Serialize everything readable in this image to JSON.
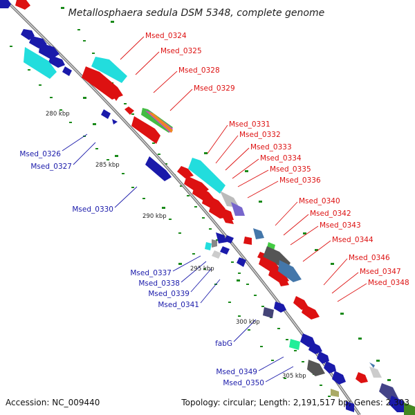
{
  "title": "Metallosphaera sedula DSM 5348, complete genome",
  "footer": {
    "accession": "Accession: NC_009440",
    "summary": "Topology: circular; Length: 2,191,517 bp; Genes: 2,303"
  },
  "ticks": [
    "280 kbp",
    "285 kbp",
    "290 kbp",
    "295 kbp",
    "300 kbp",
    "305 kbp"
  ],
  "forward_labels": [
    "Msed_0324",
    "Msed_0325",
    "Msed_0328",
    "Msed_0329",
    "Msed_0331",
    "Msed_0332",
    "Msed_0333",
    "Msed_0334",
    "Msed_0335",
    "Msed_0336",
    "Msed_0340",
    "Msed_0342",
    "Msed_0343",
    "Msed_0344",
    "Msed_0346",
    "Msed_0347",
    "Msed_0348"
  ],
  "reverse_labels": [
    "Msed_0326",
    "Msed_0327",
    "Msed_0330",
    "Msed_0337",
    "Msed_0338",
    "Msed_0339",
    "Msed_0341",
    "fabG",
    "Msed_0349",
    "Msed_0350"
  ],
  "colors": {
    "forward": "#dd1111",
    "reverse": "#1a1aaa",
    "rrna_cyan": "#22dddd",
    "backbone": "#888888",
    "gc_tick": "#1a8a1a"
  }
}
